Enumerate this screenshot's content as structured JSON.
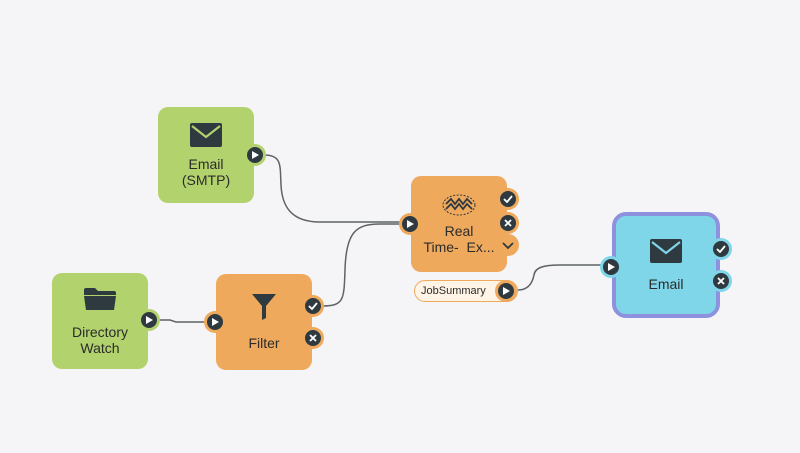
{
  "nodes": {
    "email_smtp": {
      "label_line1": "Email",
      "label_line2": "(SMTP)",
      "icon": "envelope-icon",
      "color": "#b2d26d"
    },
    "directory_watch": {
      "label_line1": "Directory",
      "label_line2": "Watch",
      "icon": "folder-icon",
      "color": "#b2d26d"
    },
    "filter": {
      "label": "Filter",
      "icon": "funnel-icon",
      "color": "#efa95c"
    },
    "realtime": {
      "label_line1": "Real",
      "label_line2": "Time-  Ex...",
      "icon": "waves-logo-icon",
      "color": "#efa95c"
    },
    "email": {
      "label": "Email",
      "icon": "envelope-icon",
      "color": "#7ed6e8",
      "selected_border": "#8e92de"
    }
  },
  "output_pill": {
    "label": "JobSummary"
  },
  "colors": {
    "background": "#f5f5f8",
    "wire": "#5f6366",
    "port": "#2f3a40"
  }
}
